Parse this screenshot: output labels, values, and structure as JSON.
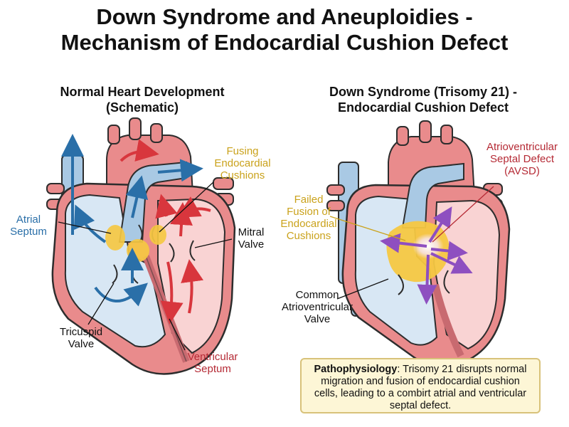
{
  "title": {
    "line1": "Down Syndrome and Aneuploidies -",
    "line2": "Mechanism of Endocardial Cushion Defect"
  },
  "left_panel": {
    "title_line1": "Normal Heart Development",
    "title_line2": "(Schematic)",
    "labels": {
      "fusing_line1": "Fusing",
      "fusing_line2": "Endocardial",
      "fusing_line3": "Cushions",
      "atrial_line1": "Atrial",
      "atrial_line2": "Septum",
      "mitral_line1": "Mitral",
      "mitral_line2": "Valve",
      "tricuspid_line1": "Tricuspid",
      "tricuspid_line2": "Valve",
      "ventricular_line1": "Ventricular",
      "ventricular_line2": "Septum"
    }
  },
  "right_panel": {
    "title_line1": "Down Syndrome (Trisomy 21) -",
    "title_line2": "Endocardial Cushion Defect",
    "labels": {
      "avsd_line1": "Atrioventricular",
      "avsd_line2": "Septal Defect",
      "avsd_line3": "(AVSD)",
      "failed_line1": "Failed",
      "failed_line2": "Fusion of",
      "failed_line3": "Endocardial",
      "failed_line4": "Cushions",
      "common_line1": "Common",
      "common_line2": "Atrioventricular",
      "common_line3": "Valve"
    }
  },
  "pathophysiology": {
    "heading": "Pathophysiology",
    "text": ": Trisomy 21 disrupts normal migration and fusion of endocardial cushion cells, leading to a combirt atrial and ventricular septal defect."
  },
  "colors": {
    "blue_label": "#2a6fa8",
    "gold_label": "#caa21b",
    "red_label": "#b52a35",
    "venous_blue": "#a9c9e4",
    "arterial_red": "#e98b8c",
    "cushion_yellow": "#f5c842",
    "avsd_purple": "#8e4fc0"
  }
}
